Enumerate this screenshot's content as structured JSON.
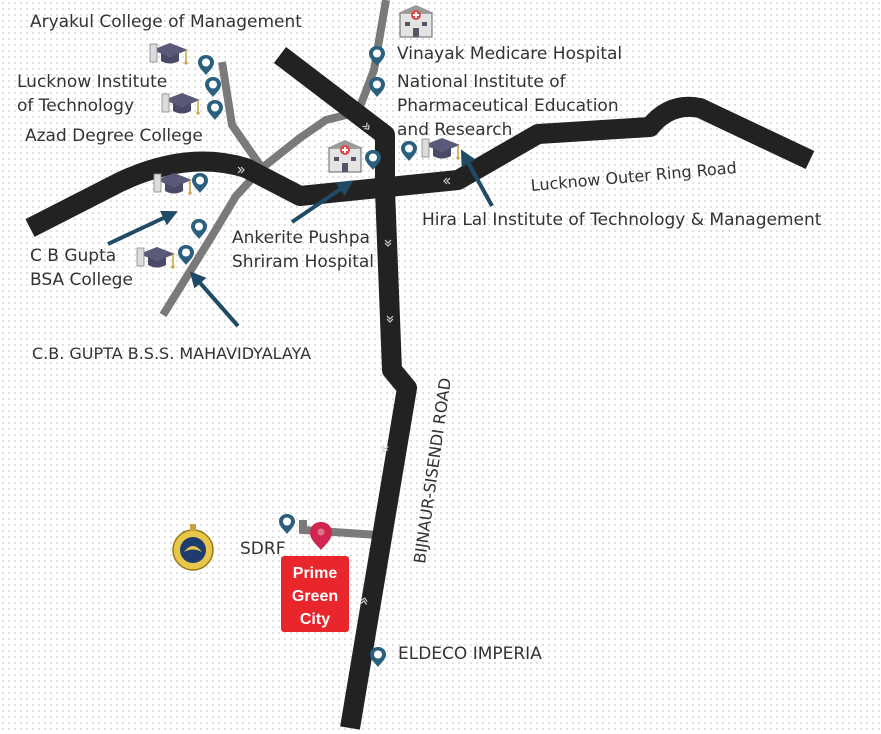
{
  "places": {
    "aryakul": "Aryakul College of Management",
    "lucknow_inst_1": "Lucknow Institute",
    "lucknow_inst_2": "of Technology",
    "azad": "Azad Degree College",
    "vinayak": "Vinayak Medicare Hospital",
    "nipe_1": "National Institute of",
    "nipe_2": "Pharmaceutical Education",
    "nipe_3": "and Research",
    "hiralal": "Hira Lal Institute of Technology & Management",
    "ankerite_1": "Ankerite Pushpa",
    "ankerite_2": "Shriram Hospital",
    "cbgupta_1": "C B Gupta",
    "cbgupta_2": "BSA College",
    "cbgupta_bss": "C.B. GUPTA B.S.S. MAHAVIDYALAYA",
    "sdrf": "SDRF",
    "eldeco": "ELDECO IMPERIA"
  },
  "roads": {
    "outer_ring": "Lucknow Outer Ring Road",
    "bijnaur": "BIJNAUR-SISENDI ROAD"
  },
  "project": {
    "line1": "Prime",
    "line2": "Green",
    "line3": "City"
  },
  "colors": {
    "road": "#222222",
    "minor_road": "#7a7a7a",
    "pin": "#2a5f7d",
    "arrow": "#1f4b66",
    "project_box": "#e8262c",
    "project_pin": "#d1264f"
  },
  "icons": {
    "college": "graduation-cap-icon",
    "hospital": "hospital-icon",
    "location": "location-pin-icon",
    "emblem": "sdrf-emblem-icon"
  }
}
